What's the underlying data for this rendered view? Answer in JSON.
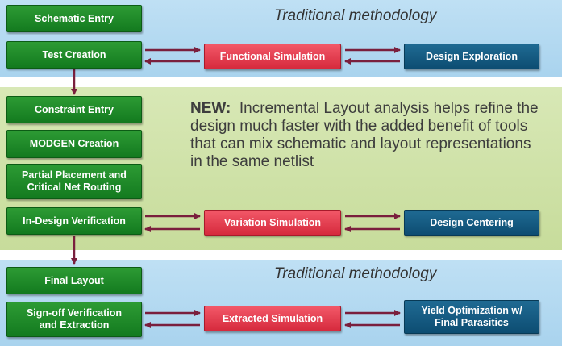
{
  "sections": {
    "top": {
      "heading": "Traditional methodology"
    },
    "middle": {
      "new_label": "NEW:",
      "description": "Incremental Layout  analysis helps refine the design much faster with the added benefit of tools that can mix schematic and layout representations in the same netlist"
    },
    "bottom": {
      "heading": "Traditional methodology"
    }
  },
  "steps": {
    "schematic_entry": "Schematic Entry",
    "test_creation": "Test Creation",
    "constraint_entry": "Constraint Entry",
    "modgen_creation": "MODGEN Creation",
    "partial_placement": "Partial Placement and Critical Net Routing",
    "in_design_verification": "In-Design Verification",
    "final_layout": "Final Layout",
    "signoff_verification": "Sign-off Verification and Extraction"
  },
  "simulations": {
    "functional": "Functional Simulation",
    "variation": "Variation Simulation",
    "extracted": "Extracted Simulation"
  },
  "outcomes": {
    "design_exploration": "Design Exploration",
    "design_centering": "Design Centering",
    "yield_optimization": "Yield Optimization w/ Final Parasitics"
  },
  "colors": {
    "step_green": "#178a25",
    "simulation_red": "#e63a4c",
    "outcome_navy": "#125a80",
    "arrow": "#7a1f3d",
    "band_blue": "#b5d9f1",
    "band_green": "#cfe2a8"
  }
}
